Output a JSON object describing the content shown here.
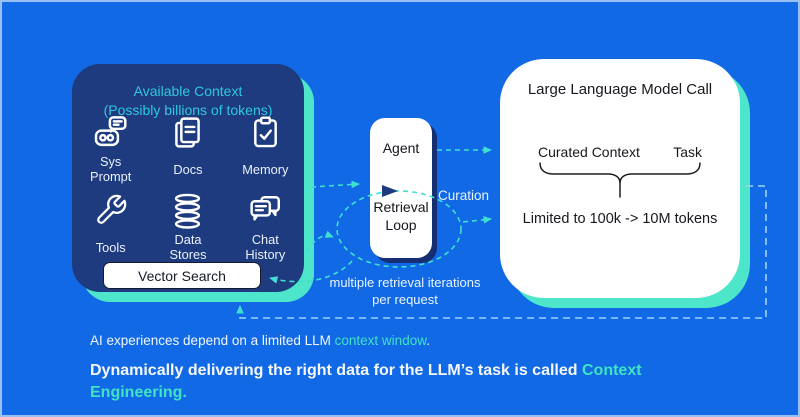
{
  "colors": {
    "background": "#1169E6",
    "panel_navy": "#1D3B7E",
    "accent_teal": "#4DE6CA",
    "heading_cyan": "#2FC9DC",
    "arrow_teal": "#3FE0D2",
    "feedback_blue": "#9CD4F6"
  },
  "available_context": {
    "title_line1": "Available Context",
    "title_line2": "(Possibly billions of tokens)",
    "items": [
      {
        "icon": "robot-chat-icon",
        "label": "Sys Prompt"
      },
      {
        "icon": "docs-icon",
        "label": "Docs"
      },
      {
        "icon": "clipboard-check-icon",
        "label": "Memory"
      },
      {
        "icon": "wrench-icon",
        "label": "Tools"
      },
      {
        "icon": "database-icon",
        "label": "Data Stores"
      },
      {
        "icon": "chat-history-icon",
        "label": "Chat History"
      }
    ],
    "vector_search_label": "Vector Search"
  },
  "agent": {
    "label": "Agent",
    "loop_label": "Retrieval Loop",
    "curation_label": "Curation",
    "loop_note": "multiple retrieval iterations per request"
  },
  "llm": {
    "title": "Large Language Model Call",
    "curated_context": "Curated Context",
    "task": "Task",
    "limit_note": "Limited to 100k -> 10M tokens"
  },
  "caption": {
    "line1_prefix": "AI experiences depend on a limited LLM ",
    "line1_highlight": "context window",
    "line1_suffix": ".",
    "line2_prefix": "Dynamically delivering the right data for the LLM’s task is called ",
    "line2_highlight": "Context Engineering."
  }
}
